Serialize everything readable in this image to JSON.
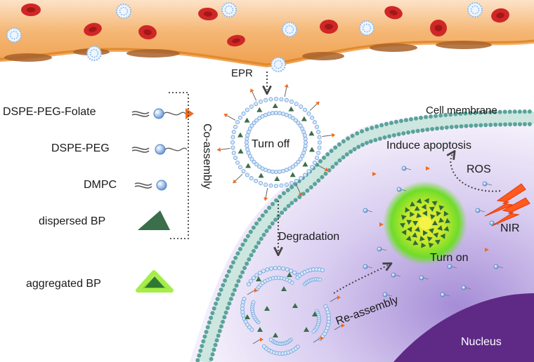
{
  "legend": {
    "folate": "DSPE-PEG-Folate",
    "peg": "DSPE-PEG",
    "dmpc": "DMPC",
    "dispersed": "dispersed BP",
    "aggregated": "aggregated BP",
    "coassembly": "Co-assembly"
  },
  "labels": {
    "epr": "EPR",
    "turn_off": "Turn off",
    "cell_membrane": "Cell membrane",
    "induce_apoptosis": "Induce apoptosis",
    "ros": "ROS",
    "nir": "NIR",
    "degradation": "Degradation",
    "turn_on": "Turn on",
    "reassembly": "Re-assembly",
    "nucleus": "Nucleus"
  },
  "colors": {
    "vessel": "#f2b45e",
    "rbc": "#d42a2a",
    "lipid_head": "#8fbbe8",
    "membrane": "#5aa39a",
    "cytoplasm": "#ddd2f2",
    "nucleus": "#5e2a86",
    "bp_dispersed": "#3b6e4a",
    "glow": "#9df26a",
    "nir": "#ff5a1f"
  }
}
